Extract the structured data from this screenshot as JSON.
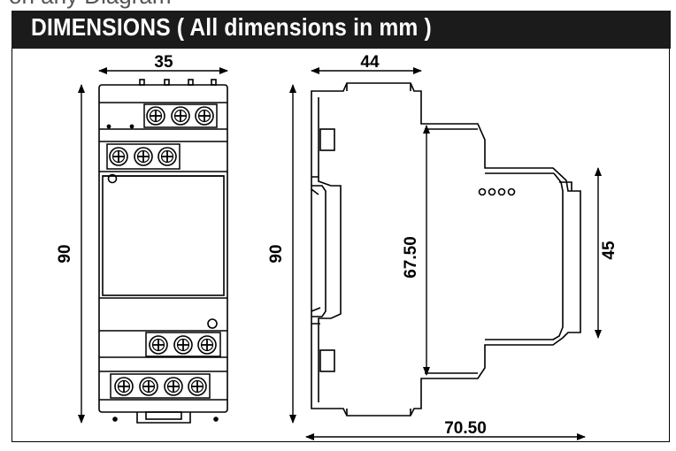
{
  "header": {
    "title": "DIMENSIONS  ( All dimensions in mm )",
    "partial_text_above": "on any Diagram"
  },
  "dimensions": {
    "front_width": "35",
    "front_height": "90",
    "side_depth_top": "44",
    "side_height": "90",
    "side_inner_height": "67.50",
    "side_step_height": "45",
    "side_total_depth": "70.50"
  },
  "colors": {
    "header_bg": "#1b1b1b",
    "header_text": "#ffffff",
    "line": "#000000"
  }
}
